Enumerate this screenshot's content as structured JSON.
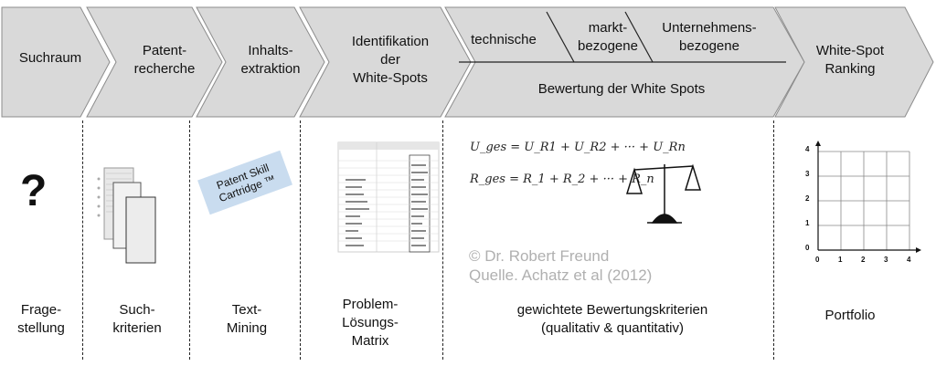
{
  "phases": [
    {
      "label": "Suchraum"
    },
    {
      "label": "Patent-\nrecherche"
    },
    {
      "label": "Inhalts-\nextraktion"
    },
    {
      "label": "Identifikation\nder\nWhite-Spots"
    },
    {
      "label": "White-Spot\nRanking"
    }
  ],
  "evaluation": {
    "sub1": "technische",
    "sub2": "markt-\nbezogene",
    "sub3": "Unternehmens-\nbezogene",
    "title": "Bewertung der White Spots"
  },
  "bottom_labels": [
    "Frage-\nstellung",
    "Such-\nkriterien",
    "Text-\nMining",
    "Problem-\nLösungs-\nMatrix",
    "gewichtete Bewertungskriterien\n(qualitativ & quantitativ)",
    "Portfolio"
  ],
  "question_mark": "?",
  "patent_skill": {
    "line1": "Patent Skill",
    "line2": "Cartridge ™"
  },
  "formulas": {
    "u": "U_ges = U_R1 + U_R2 + ··· + U_Rn",
    "r": "R_ges = R_1 + R_2 + ··· + R_n"
  },
  "watermark": {
    "line1": "© Dr. Robert Freund",
    "line2": "Quelle. Achatz et al (2012)"
  },
  "portfolio": {
    "y_ticks": [
      "4",
      "3",
      "2",
      "1",
      "0"
    ],
    "x_ticks": [
      "0",
      "1",
      "2",
      "3",
      "4"
    ]
  },
  "colors": {
    "arrow_fill": "#d9d9d9",
    "arrow_stroke": "#8c8c8c",
    "patent_box": "#c9dcef"
  }
}
